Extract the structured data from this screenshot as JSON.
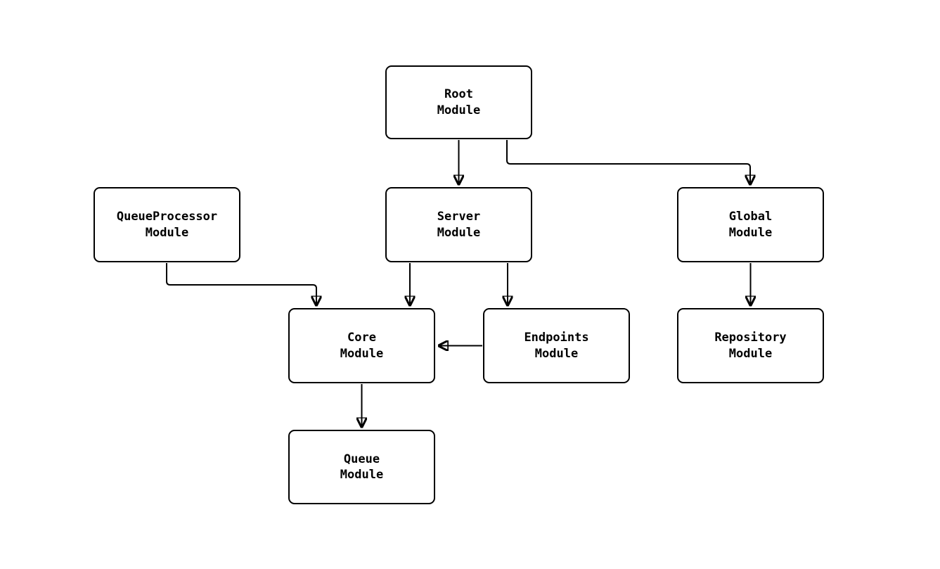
{
  "diagram": {
    "type": "module-dependency-graph",
    "background_color": "#ffffff",
    "node_border_color": "#000000",
    "node_fill_color": "#ffffff",
    "edge_color": "#000000",
    "nodes": [
      {
        "id": "root",
        "line1": "Root",
        "line2": "Module"
      },
      {
        "id": "queueprocessor",
        "line1": "QueueProcessor",
        "line2": "Module"
      },
      {
        "id": "server",
        "line1": "Server",
        "line2": "Module"
      },
      {
        "id": "global",
        "line1": "Global",
        "line2": "Module"
      },
      {
        "id": "core",
        "line1": "Core",
        "line2": "Module"
      },
      {
        "id": "endpoints",
        "line1": "Endpoints",
        "line2": "Module"
      },
      {
        "id": "repository",
        "line1": "Repository",
        "line2": "Module"
      },
      {
        "id": "queue",
        "line1": "Queue",
        "line2": "Module"
      }
    ],
    "edges": [
      {
        "from": "root",
        "to": "server"
      },
      {
        "from": "root",
        "to": "global"
      },
      {
        "from": "queueprocessor",
        "to": "core"
      },
      {
        "from": "server",
        "to": "core"
      },
      {
        "from": "server",
        "to": "endpoints"
      },
      {
        "from": "endpoints",
        "to": "core"
      },
      {
        "from": "global",
        "to": "repository"
      },
      {
        "from": "core",
        "to": "queue"
      }
    ]
  }
}
